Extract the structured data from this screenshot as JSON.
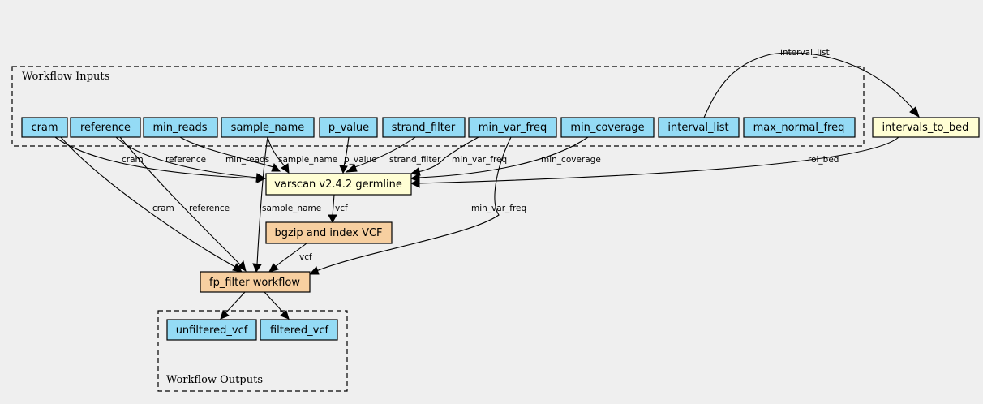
{
  "clusters": {
    "inputs": {
      "label": "Workflow Inputs"
    },
    "outputs": {
      "label": "Workflow Outputs"
    }
  },
  "colors": {
    "input": "#94dbf5",
    "tool": "#fffed4",
    "subworkflow": "#f7cfa0",
    "output": "#94dbf5"
  },
  "nodes": {
    "cram": {
      "label": "cram",
      "kind": "input"
    },
    "reference": {
      "label": "reference",
      "kind": "input"
    },
    "min_reads": {
      "label": "min_reads",
      "kind": "input"
    },
    "sample_name": {
      "label": "sample_name",
      "kind": "input"
    },
    "p_value": {
      "label": "p_value",
      "kind": "input"
    },
    "strand_filter": {
      "label": "strand_filter",
      "kind": "input"
    },
    "min_var_freq": {
      "label": "min_var_freq",
      "kind": "input"
    },
    "min_coverage": {
      "label": "min_coverage",
      "kind": "input"
    },
    "interval_list": {
      "label": "interval_list",
      "kind": "input"
    },
    "max_normal_freq": {
      "label": "max_normal_freq",
      "kind": "input"
    },
    "intervals_to_bed": {
      "label": "intervals_to_bed",
      "kind": "tool"
    },
    "varscan": {
      "label": "varscan v2.4.2 germline",
      "kind": "tool"
    },
    "bgzip": {
      "label": "bgzip and index VCF",
      "kind": "subworkflow"
    },
    "fp_filter": {
      "label": "fp_filter workflow",
      "kind": "subworkflow"
    },
    "unfiltered_vcf": {
      "label": "unfiltered_vcf",
      "kind": "output"
    },
    "filtered_vcf": {
      "label": "filtered_vcf",
      "kind": "output"
    }
  },
  "edges": [
    {
      "from": "interval_list",
      "to": "intervals_to_bed",
      "label": "interval_list"
    },
    {
      "from": "cram",
      "to": "varscan",
      "label": "cram"
    },
    {
      "from": "reference",
      "to": "varscan",
      "label": "reference"
    },
    {
      "from": "min_reads",
      "to": "varscan",
      "label": "min_reads"
    },
    {
      "from": "sample_name",
      "to": "varscan",
      "label": "sample_name"
    },
    {
      "from": "p_value",
      "to": "varscan",
      "label": "p_value"
    },
    {
      "from": "strand_filter",
      "to": "varscan",
      "label": "strand_filter"
    },
    {
      "from": "min_var_freq",
      "to": "varscan",
      "label": "min_var_freq"
    },
    {
      "from": "min_coverage",
      "to": "varscan",
      "label": "min_coverage"
    },
    {
      "from": "intervals_to_bed",
      "to": "varscan",
      "label": "roi_bed"
    },
    {
      "from": "varscan",
      "to": "bgzip",
      "label": "vcf"
    },
    {
      "from": "cram",
      "to": "fp_filter",
      "label": "cram"
    },
    {
      "from": "reference",
      "to": "fp_filter",
      "label": "reference"
    },
    {
      "from": "sample_name",
      "to": "fp_filter",
      "label": "sample_name"
    },
    {
      "from": "min_var_freq",
      "to": "fp_filter",
      "label": "min_var_freq"
    },
    {
      "from": "bgzip",
      "to": "fp_filter",
      "label": "vcf"
    },
    {
      "from": "fp_filter",
      "to": "unfiltered_vcf",
      "label": ""
    },
    {
      "from": "fp_filter",
      "to": "filtered_vcf",
      "label": ""
    }
  ]
}
